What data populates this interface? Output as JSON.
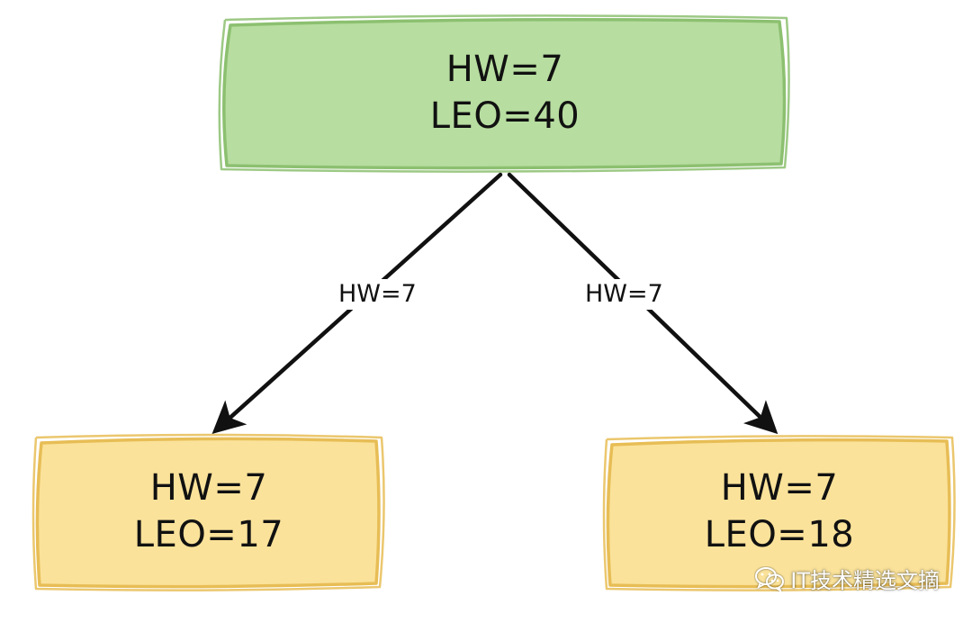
{
  "colors": {
    "leader_fill": "#b7dda0",
    "leader_stroke": "#8cc070",
    "follower_fill": "#fae29a",
    "follower_stroke": "#e7bd55",
    "arrow": "#111111",
    "background": "#ffffff"
  },
  "leader": {
    "line1": "HW=7",
    "line2": "LEO=40"
  },
  "edges": [
    {
      "label": "HW=7"
    },
    {
      "label": "HW=7"
    }
  ],
  "followers": [
    {
      "line1": "HW=7",
      "line2": "LEO=17"
    },
    {
      "line1": "HW=7",
      "line2": "LEO=18"
    }
  ],
  "watermark": {
    "icon": "wechat-icon",
    "text": "IT技术精选文摘"
  }
}
